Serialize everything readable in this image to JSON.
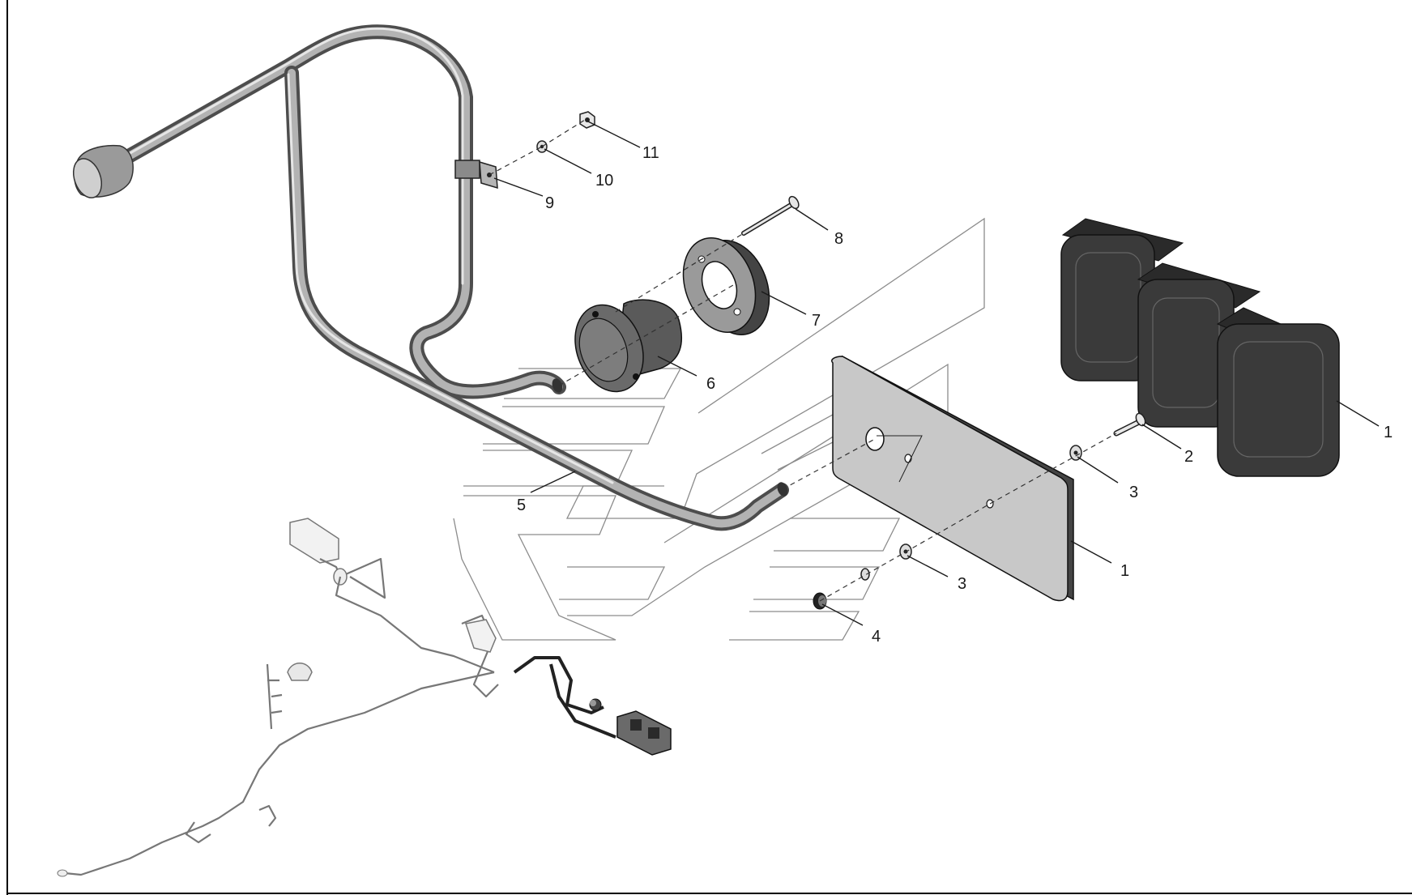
{
  "callouts": {
    "c1_light": "1",
    "c1_plate": "1",
    "c2": "2",
    "c3_upper": "3",
    "c3_lower": "3",
    "c4": "4",
    "c5": "5",
    "c6": "6",
    "c7": "7",
    "c8": "8",
    "c9": "9",
    "c10": "10",
    "c11": "11"
  }
}
